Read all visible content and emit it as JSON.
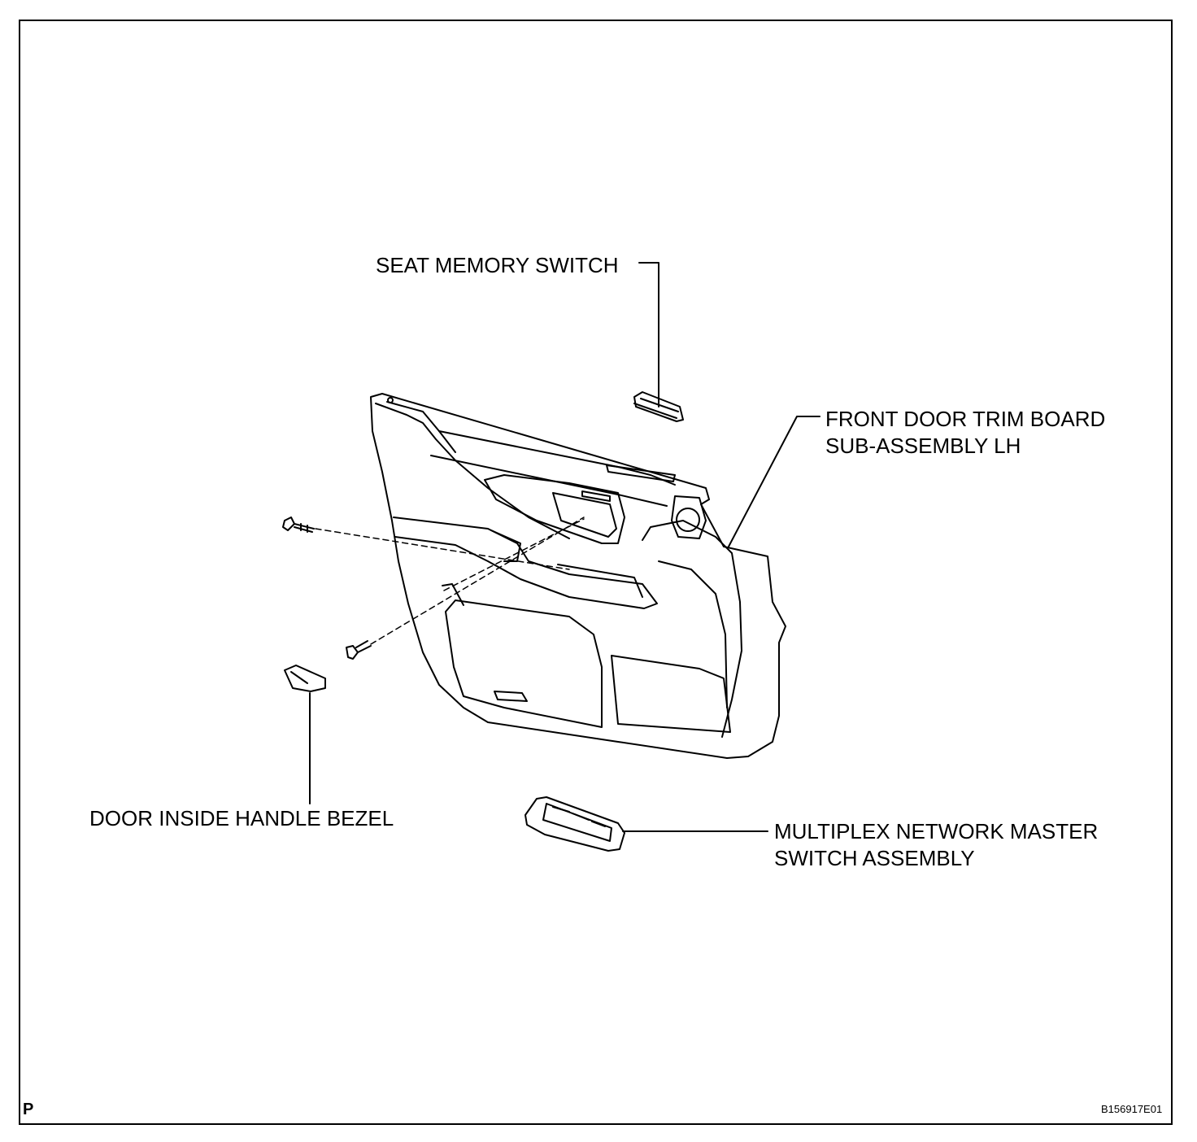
{
  "labels": {
    "seat_memory_switch": "SEAT MEMORY SWITCH",
    "front_door_trim_board": [
      "FRONT DOOR TRIM BOARD",
      "SUB-ASSEMBLY LH"
    ],
    "door_inside_handle_bezel": "DOOR INSIDE HANDLE BEZEL",
    "multiplex_master_switch": [
      "MULTIPLEX NETWORK MASTER",
      "SWITCH ASSEMBLY"
    ]
  },
  "corner_mark": "P",
  "figure_code": "B156917E01"
}
